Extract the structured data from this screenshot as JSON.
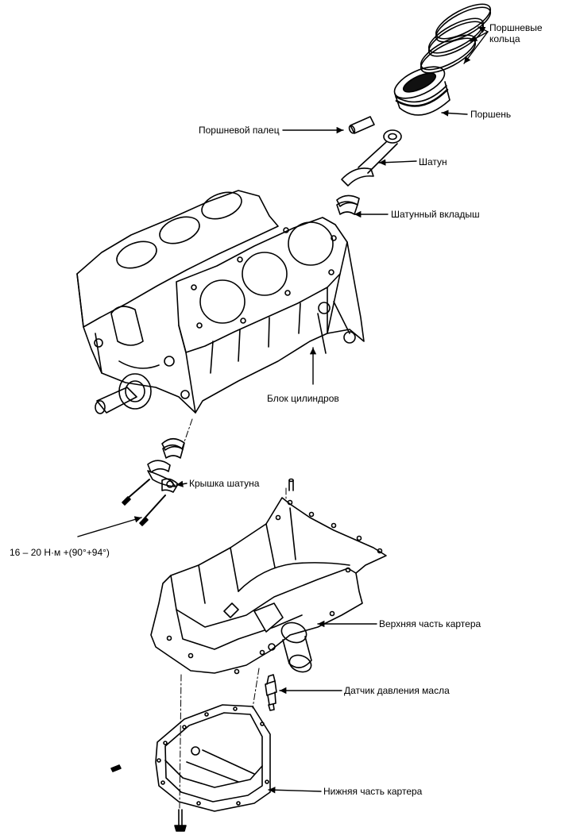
{
  "labels": {
    "piston_rings_line1": "Поршневые",
    "piston_rings_line2": "кольца",
    "piston": "Поршень",
    "piston_pin": "Поршневой палец",
    "connecting_rod": "Шатун",
    "rod_bearing": "Шатунный вкладыш",
    "cylinder_block": "Блок цилиндров",
    "rod_cap": "Крышка шатуна",
    "torque_spec": "16 – 20 Н·м +(90°+94°)",
    "upper_oil_pan": "Верхняя часть картера",
    "oil_pressure_sensor": "Датчик давления масла",
    "lower_oil_pan": "Нижняя часть картера"
  },
  "colors": {
    "ink": "#000000",
    "paper": "#ffffff"
  }
}
